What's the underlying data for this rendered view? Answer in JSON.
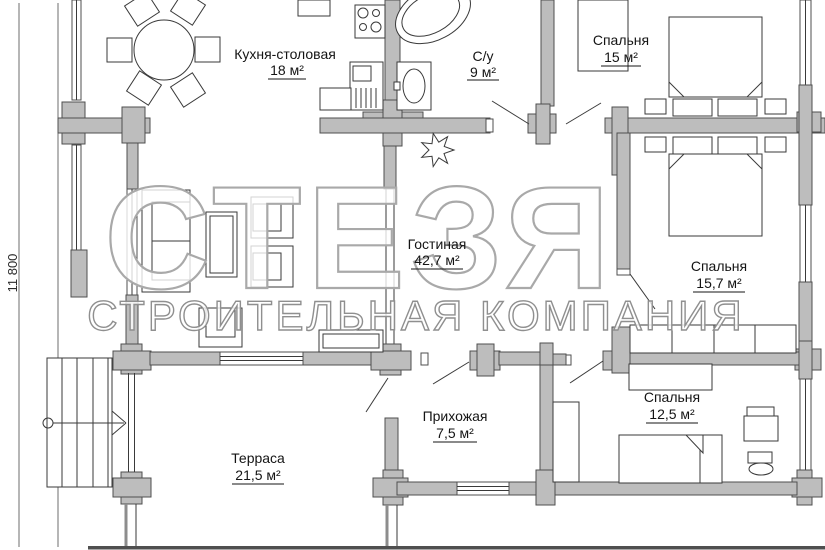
{
  "plan": {
    "watermark": {
      "title": "СТЕЗЯ",
      "subtitle": "СТРОИТЕЛЬНАЯ КОМПАНИЯ"
    },
    "dimension_left": "11 800",
    "rooms": [
      {
        "id": "kitchen-dining",
        "name": "Кухня-столовая",
        "area": "18 м²"
      },
      {
        "id": "bathroom",
        "name": "С/у",
        "area": "9 м²"
      },
      {
        "id": "bedroom-top",
        "name": "Спальня",
        "area": "15 м²"
      },
      {
        "id": "living-room",
        "name": "Гостиная",
        "area": "42,7 м²"
      },
      {
        "id": "bedroom-right",
        "name": "Спальня",
        "area": "15,7 м²"
      },
      {
        "id": "hallway",
        "name": "Прихожая",
        "area": "7,5 м²"
      },
      {
        "id": "bedroom-bottom",
        "name": "Спальня",
        "area": "12,5 м²"
      },
      {
        "id": "terrace",
        "name": "Терраса",
        "area": "21,5 м²"
      }
    ],
    "colors": {
      "wall_fill": "#bdbdbd",
      "wall_stroke": "#4f4f4f",
      "drawing_line": "#3a3a3a",
      "watermark_outline": "#a9a9a9"
    }
  }
}
